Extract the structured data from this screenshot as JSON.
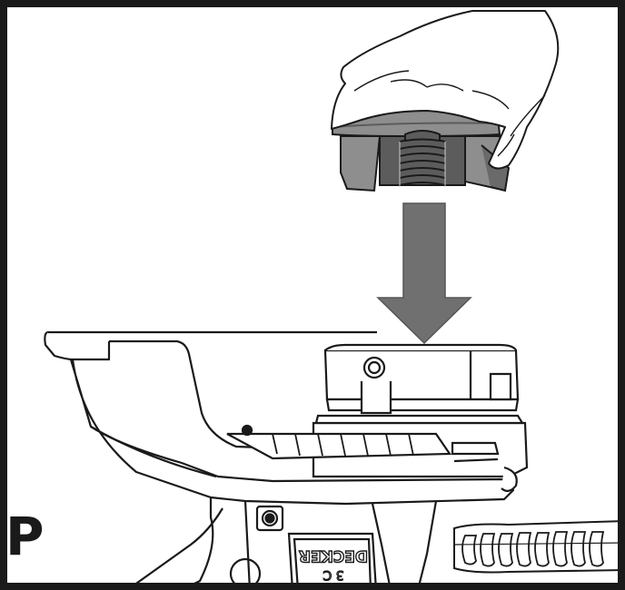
{
  "figure": {
    "step_letter": "P",
    "housing_text": "DECKER",
    "housing_text_extra": "3 C",
    "arrow_direction": "down",
    "colors": {
      "frame": "#1a1a1a",
      "arrow": "#707070",
      "cap_light": "#8e8e8e",
      "cap_dark": "#5c5c5c",
      "line": "#1a1a1a",
      "background": "#ffffff"
    }
  }
}
